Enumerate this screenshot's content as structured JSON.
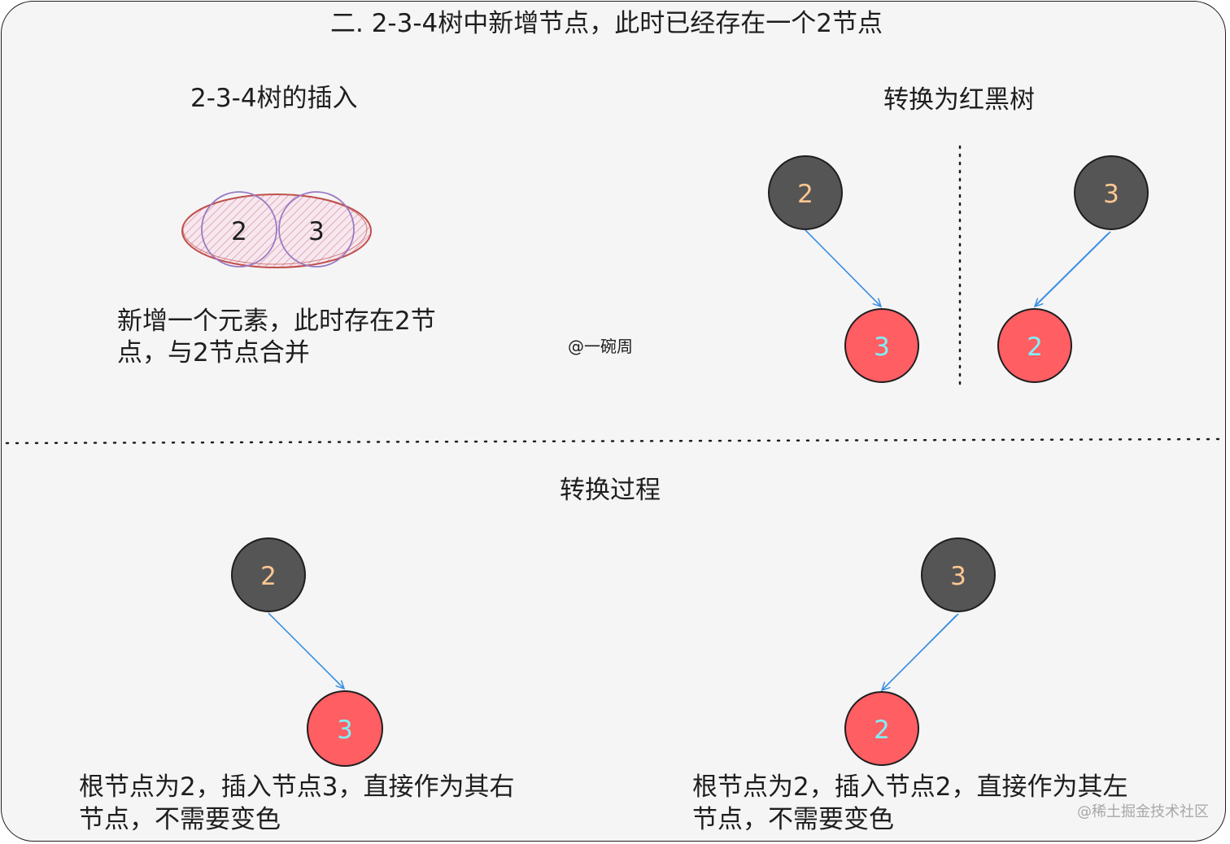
{
  "title": "二. 2-3-4树中新增节点，此时已经存在一个2节点",
  "left_heading": "2-3-4树的插入",
  "merged_node": {
    "keys": [
      "2",
      "3"
    ]
  },
  "left_description": "新增一个元素，此时存在2节\n点，与2节点合并",
  "watermark": "@一碗周",
  "right_heading": "转换为红黑树",
  "top_tree_a": {
    "root": "2",
    "child": "3"
  },
  "top_tree_b": {
    "root": "3",
    "child": "2"
  },
  "process_heading": "转换过程",
  "bottom_tree_a": {
    "root": "2",
    "child": "3"
  },
  "bottom_tree_b": {
    "root": "3",
    "child": "2"
  },
  "bottom_description_a": "根节点为2，插入节点3，直接作为其右\n节点，不需要变色",
  "bottom_description_b": "根节点为2，插入节点2，直接作为其左\n节点，不需要变色",
  "site_watermark": "@稀土掘金技术社区",
  "colors": {
    "black_node": "#555555",
    "red_node": "#ff5e63",
    "black_node_text": "#ffc791",
    "red_node_text": "#7ff0f8",
    "arrow": "#3b8fe3",
    "ellipse_stroke": "#c0504d",
    "circle_stroke": "#9a7ac4"
  }
}
